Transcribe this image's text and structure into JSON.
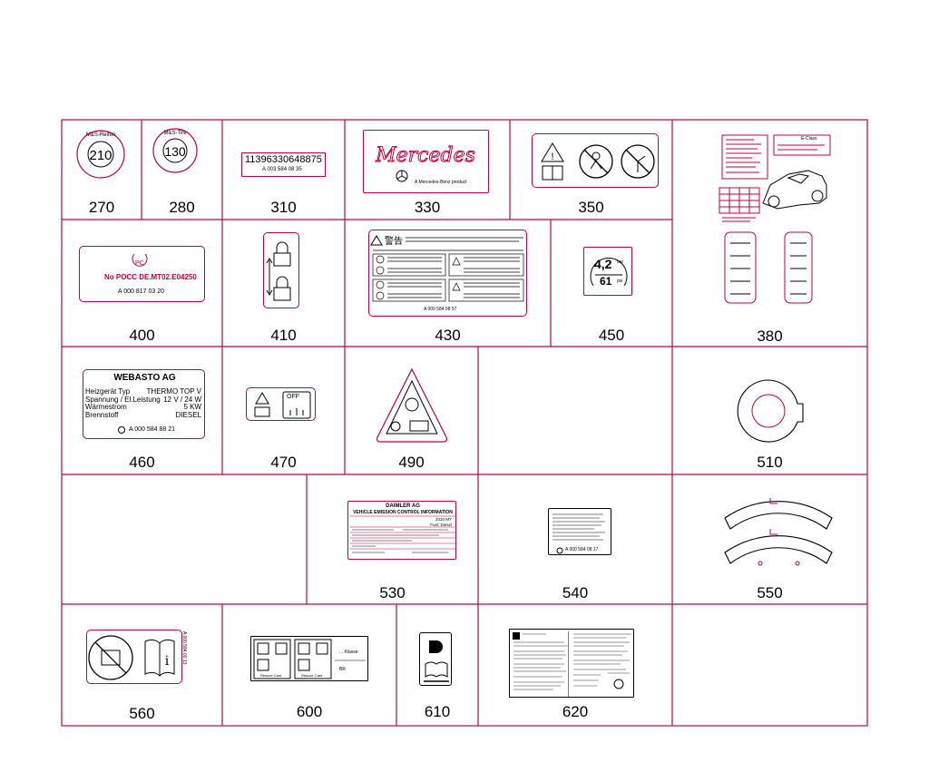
{
  "colors": {
    "accent": "#c2003b",
    "line": "#000000"
  },
  "parts": [
    {
      "id": "p270",
      "number": "270",
      "tire_speed": "210",
      "arc_text": "M&S-Reifen"
    },
    {
      "id": "p280",
      "number": "280",
      "tire_speed": "130",
      "arc_text": "M&S-Tire"
    },
    {
      "id": "p310",
      "number": "310",
      "code": "11396330648875",
      "part_no": "A 003 584 08 35"
    },
    {
      "id": "p330",
      "number": "330",
      "script": "Mercedes",
      "footer": "A Mercedes-Benz product"
    },
    {
      "id": "p350",
      "number": "350",
      "icons": [
        "warning-icon",
        "no-child-icon",
        "no-fan-icon"
      ]
    },
    {
      "id": "p380",
      "number": "380",
      "header": "E-Class"
    },
    {
      "id": "p400",
      "number": "400",
      "cert": "No POCC DE.MT02.E04250",
      "part_no": "A 000 817 03 20"
    },
    {
      "id": "p410",
      "number": "410"
    },
    {
      "id": "p430",
      "number": "430",
      "title": "警告",
      "part_no": "A 000 584 08 57"
    },
    {
      "id": "p450",
      "number": "450",
      "pressure_bar": "4,2",
      "pressure_bar_unit": "bar",
      "pressure_psi": "61",
      "pressure_psi_unit": "psi"
    },
    {
      "id": "p460",
      "number": "460",
      "title": "WEBASTO AG",
      "rows": [
        {
          "k": "Heizgerät Typ",
          "v": "THERMO TOP V"
        },
        {
          "k": "Spannung / El.Leistung",
          "v": "12 V / 24 W"
        },
        {
          "k": "Wärmestrom",
          "v": "5 KW"
        },
        {
          "k": "Brennstoff",
          "v": "DIESEL"
        }
      ],
      "part_no": "A 000 584 88 21"
    },
    {
      "id": "p470",
      "number": "470",
      "off_label": "OFF"
    },
    {
      "id": "p490",
      "number": "490"
    },
    {
      "id": "p510",
      "number": "510"
    },
    {
      "id": "p530",
      "number": "530",
      "header1": "DAIMLER AG",
      "header2": "VEHICLE EMISSION CONTROL INFORMATION",
      "row1": "2010 MY",
      "row2": "Fuel: Diesel"
    },
    {
      "id": "p540",
      "number": "540",
      "part_no": "A 000 584 08 17"
    },
    {
      "id": "p550",
      "number": "550"
    },
    {
      "id": "p560",
      "number": "560",
      "part_no": "A 000 584 00 13"
    },
    {
      "id": "p600",
      "number": "600",
      "card_caption": "Rescue Card",
      "class_label": "... Klasse",
      "br_label": "BR"
    },
    {
      "id": "p610",
      "number": "610"
    },
    {
      "id": "p620",
      "number": "620"
    }
  ]
}
